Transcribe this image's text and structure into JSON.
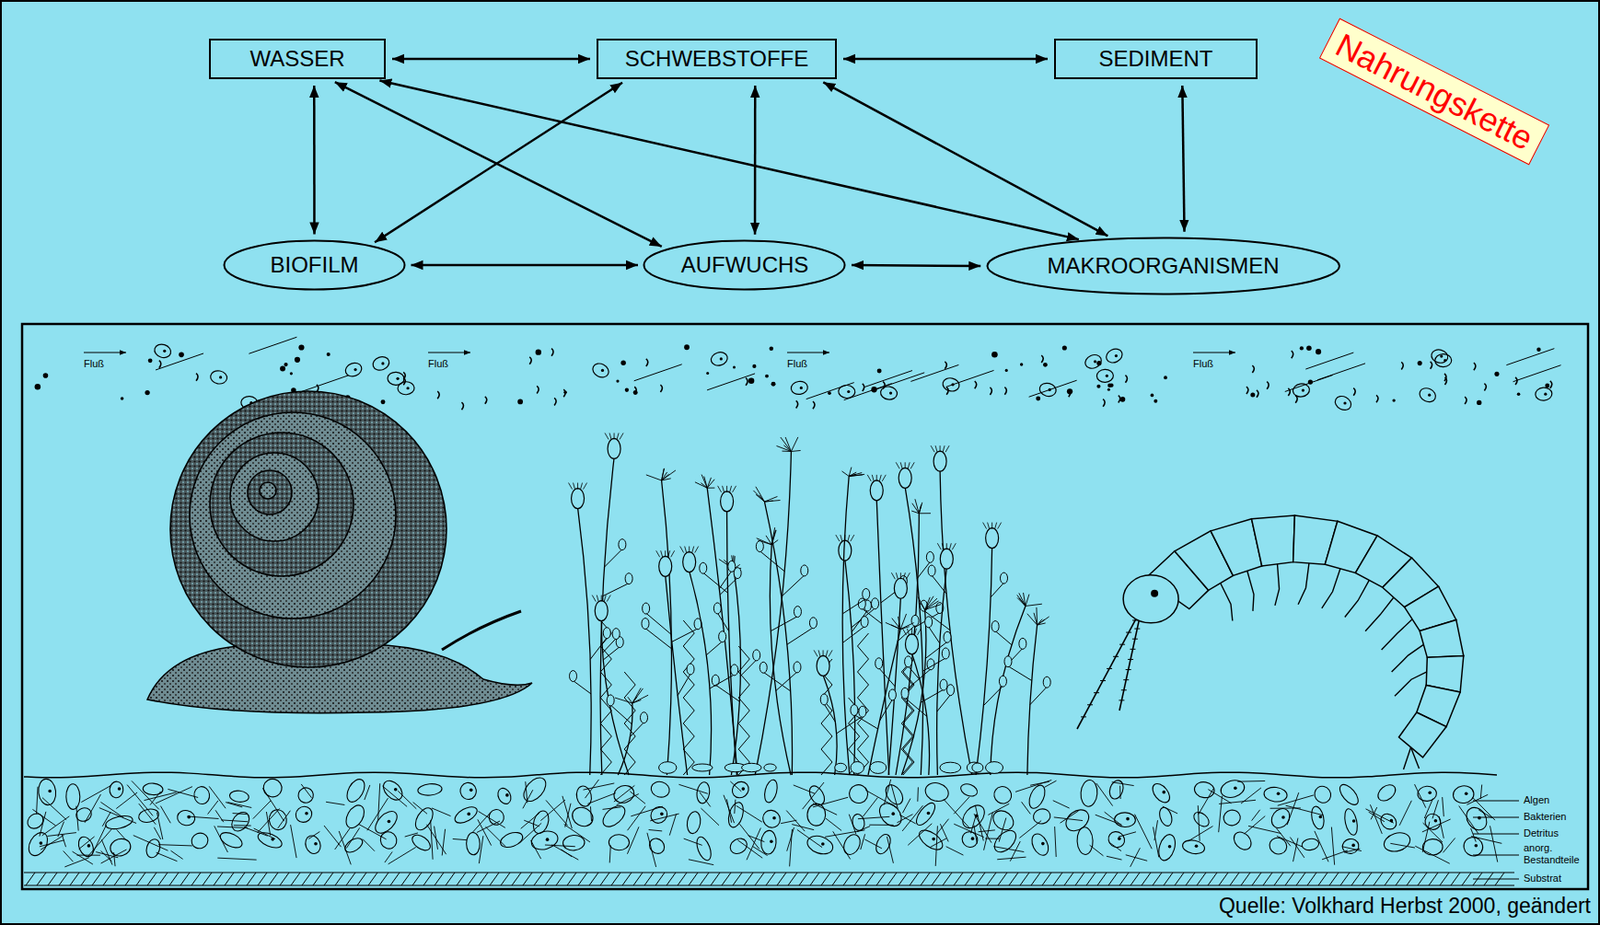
{
  "diagram": {
    "nodes": [
      {
        "text": [
          "WASSER"
        ]
      },
      {
        "text": [
          "SCHWEBSTOFFE"
        ]
      },
      {
        "text": [
          "SEDIMENT"
        ]
      },
      {
        "text": [
          "BIOFILM"
        ]
      },
      {
        "text": [
          "AUFWUCHS"
        ]
      },
      {
        "text": [
          "MAKROORGANISMEN"
        ]
      }
    ],
    "edges": [
      {
        "from": 0,
        "to": 1,
        "arrow": "both"
      },
      {
        "from": 1,
        "to": 2,
        "arrow": "both"
      },
      {
        "from": 0,
        "to": 3,
        "arrow": "both"
      },
      {
        "from": 0,
        "to": 4,
        "arrow": "both"
      },
      {
        "from": 0,
        "to": 5,
        "arrow": "both"
      },
      {
        "from": 1,
        "to": 3,
        "arrow": "both"
      },
      {
        "from": 1,
        "to": 4,
        "arrow": "both"
      },
      {
        "from": 1,
        "to": 5,
        "arrow": "both"
      },
      {
        "from": 2,
        "to": 5,
        "arrow": "both"
      },
      {
        "from": 3,
        "to": 4,
        "arrow": "both"
      },
      {
        "from": 4,
        "to": 5,
        "arrow": "both"
      }
    ],
    "labels": [
      "Nahrungskette",
      "Fluß",
      "Fluß",
      "Fluß",
      "Fluß",
      "Algen",
      "Bakterien",
      "Detritus",
      "anorg. Bestandteile",
      "Substrat",
      "Quelle: Volkhard Herbst 2000, geändert"
    ]
  }
}
